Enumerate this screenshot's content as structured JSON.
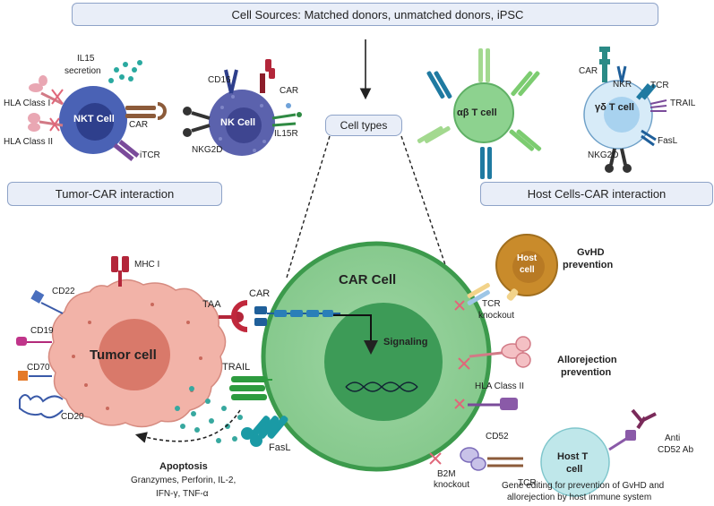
{
  "header": {
    "title": "Cell Sources: Matched donors, unmatched donors, iPSC"
  },
  "cell_types_label": "Cell types",
  "sections": {
    "tumor_car": "Tumor-CAR interaction",
    "host_car": "Host Cells-CAR interaction"
  },
  "nkt_cell": {
    "name": "NKT Cell",
    "il15_line1": "IL15",
    "il15_line2": "secretion",
    "hla1": "HLA Class I",
    "hla2": "HLA Class II",
    "car": "CAR",
    "itcr": "iTCR"
  },
  "nk_cell": {
    "name": "NK Cell",
    "cd16": "CD16",
    "car": "CAR",
    "nkg2d": "NKG2D",
    "il15r": "IL15R"
  },
  "ab_tcell": {
    "name": "αβ T cell"
  },
  "gd_tcell": {
    "name": "γδ T cell",
    "car": "CAR",
    "nkr": "NKR",
    "tcr": "TCR",
    "trail": "TRAIL",
    "fasl": "FasL",
    "nkg2d": "NKG2D"
  },
  "tumor": {
    "name": "Tumor cell",
    "mhc": "MHC I",
    "cd22": "CD22",
    "cd19": "CD19",
    "cd70": "CD70",
    "cd20": "CD20",
    "taa": "TAA"
  },
  "car_cell": {
    "name": "CAR  Cell",
    "signaling": "Signaling",
    "car": "CAR",
    "trail": "TRAIL",
    "fasl": "FasL"
  },
  "apoptosis": {
    "title": "Apoptosis",
    "line1": "Granzymes, Perforin, IL-2,",
    "line2": "IFN-γ, TNF-α"
  },
  "host_right": {
    "host_cell_line1": "Host",
    "host_cell_line2": "cell",
    "gvhd_line1": "GvHD",
    "gvhd_line2": "prevention",
    "tcr_ko_line1": "TCR",
    "tcr_ko_line2": "knockout",
    "allo_line1": "Allorejection",
    "allo_line2": "prevention",
    "hla2": "HLA Class II",
    "cd52": "CD52",
    "b2m_line1": "B2M",
    "b2m_line2": "knockout",
    "tcr": "TCR",
    "host_t_line1": "Host T",
    "host_t_line2": "cell",
    "anti_line1": "Anti",
    "anti_line2": "CD52 Ab",
    "footer_line1": "Gene editing for prevention of GvHD and",
    "footer_line2": "allorejection by host immune system"
  },
  "colors": {
    "banner_fill": "#e9eef8",
    "banner_border": "#8ea3c8",
    "car_cell_fill": "#8fcd96",
    "car_cell_border": "#3c9a4c",
    "car_nucleus": "#3d9b57",
    "tumor_fill": "#f2b3a8",
    "tumor_nucleus": "#d9796a",
    "nkt_fill": "#4a62b5",
    "nk_fill": "#5b62ad",
    "ab_fill": "#8dd28f",
    "gd_fill": "#d7ebf8",
    "host_cell_fill": "#c98b2b",
    "host_t_fill": "#bfe7ea",
    "reject_x": "#e0677a"
  }
}
